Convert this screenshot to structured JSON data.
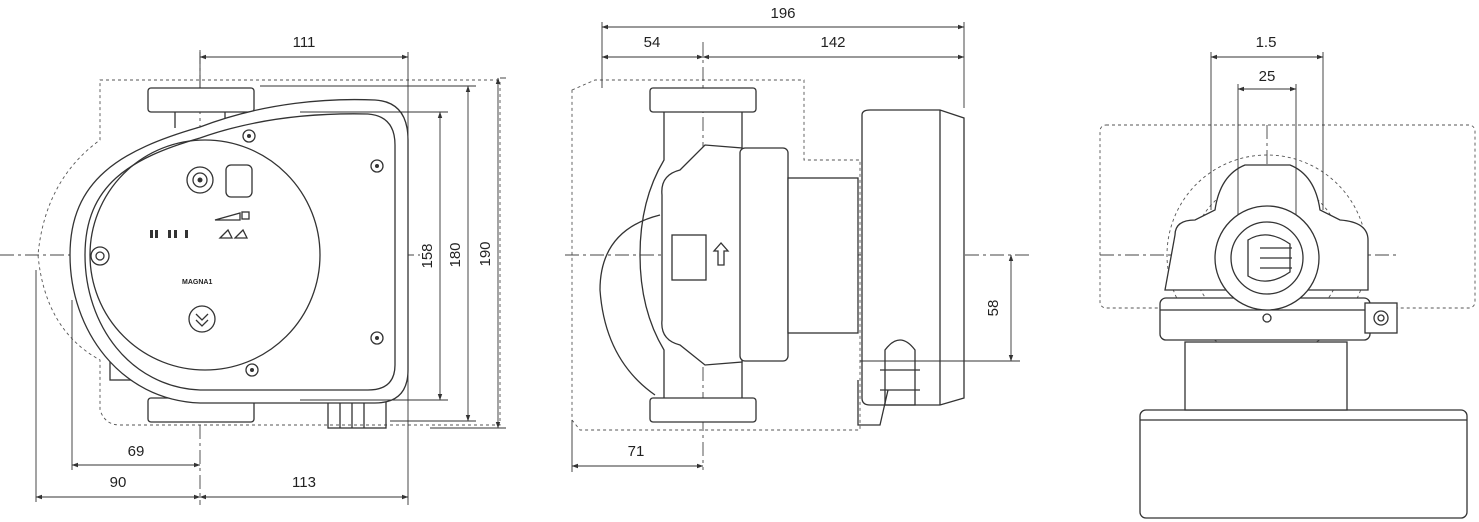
{
  "views": {
    "front": {
      "dimensions": {
        "top_width": "111",
        "height_inner": "158",
        "height_mid": "180",
        "height_total": "190",
        "left_offset_small": "69",
        "left_offset": "90",
        "right_offset": "113"
      },
      "brand_label": "MAGNA1"
    },
    "side": {
      "dimensions": {
        "total_length": "196",
        "port_offset": "54",
        "body_length": "142",
        "lower_offset": "71",
        "axis_height": "58"
      }
    },
    "end": {
      "dimensions": {
        "outer": "1.5",
        "inner": "25"
      }
    }
  },
  "colors": {
    "line": "#333333",
    "background": "#ffffff"
  }
}
